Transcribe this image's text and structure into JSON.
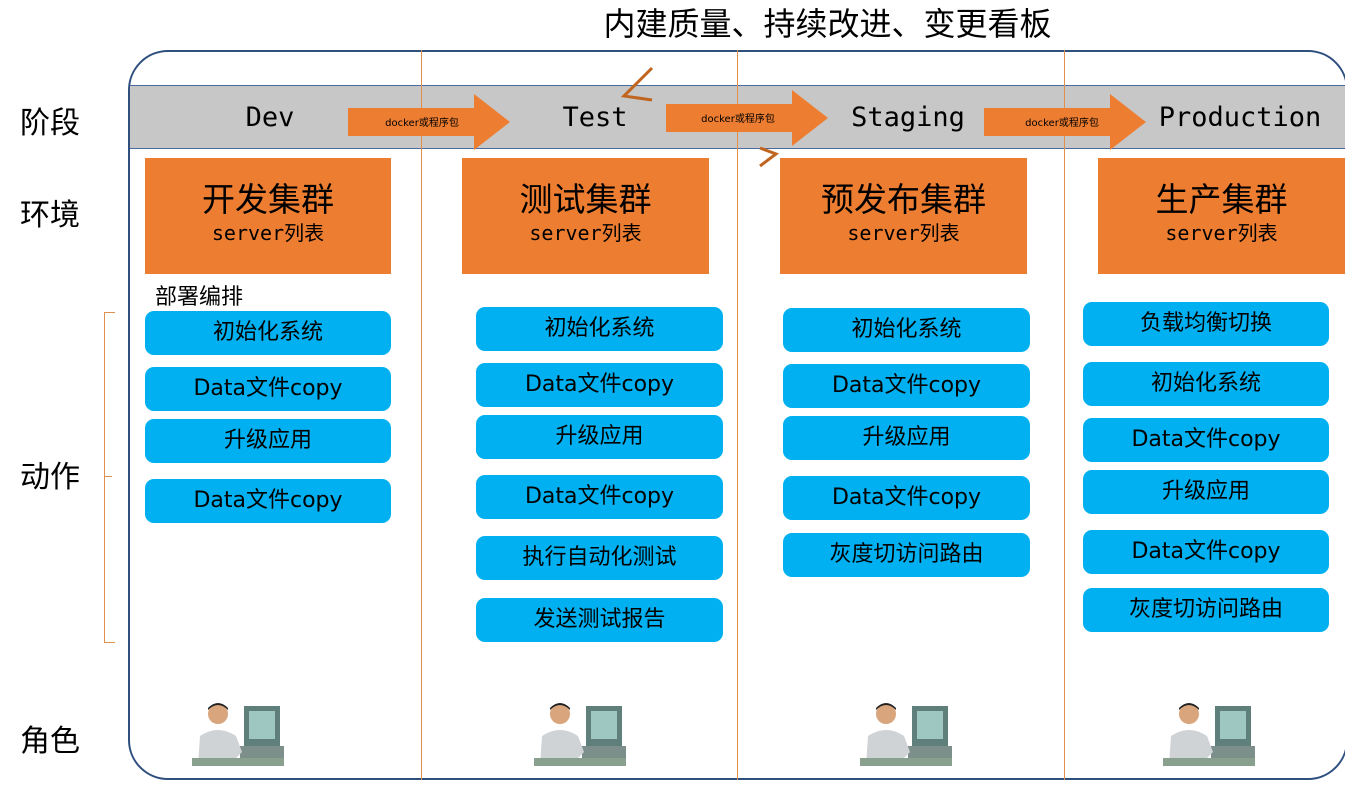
{
  "title": "内建质量、持续改进、变更看板",
  "row_labels": {
    "stage": "阶段",
    "environment": "环境",
    "action": "动作",
    "role": "角色"
  },
  "orchestration_label": "部署编排",
  "arrow_label": "docker或程序包",
  "colors": {
    "stage_bar": "#c7c7c7",
    "environment": "#ed7d31",
    "action": "#00b0f0",
    "arrow": "#ed7d31",
    "divider": "#e0904a",
    "frame": "#2f4f7f"
  },
  "stages": [
    {
      "name": "Dev",
      "environment": {
        "name": "开发集群",
        "sub": "server列表"
      },
      "actions": [
        "初始化系统",
        "Data文件copy",
        "升级应用",
        "Data文件copy"
      ]
    },
    {
      "name": "Test",
      "environment": {
        "name": "测试集群",
        "sub": "server列表"
      },
      "actions": [
        "初始化系统",
        "Data文件copy",
        "升级应用",
        "Data文件copy",
        "执行自动化测试",
        "发送测试报告"
      ]
    },
    {
      "name": "Staging",
      "environment": {
        "name": "预发布集群",
        "sub": "server列表"
      },
      "actions": [
        "初始化系统",
        "Data文件copy",
        "升级应用",
        "Data文件copy",
        "灰度切访问路由"
      ]
    },
    {
      "name": "Production",
      "environment": {
        "name": "生产集群",
        "sub": "server列表"
      },
      "actions": [
        "负载均衡切换",
        "初始化系统",
        "Data文件copy",
        "升级应用",
        "Data文件copy",
        "灰度切访问路由"
      ]
    }
  ]
}
